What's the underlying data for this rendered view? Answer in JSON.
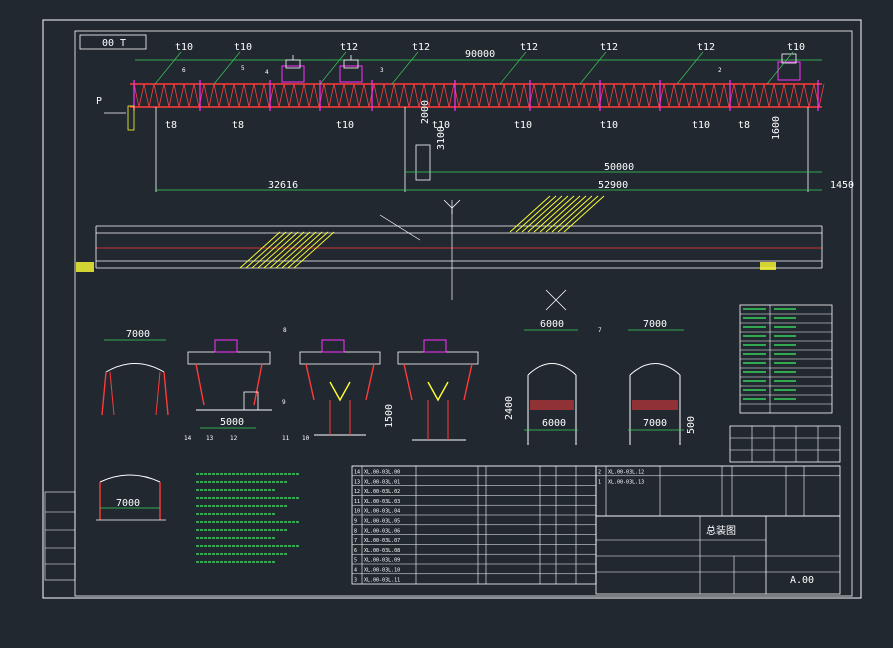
{
  "drawing": {
    "scale_tag": "00 T",
    "background": "#212830",
    "colors": {
      "frame": "#ffffff",
      "truss": "#ff3a3a",
      "dim": "#39d35a",
      "accent": "#ff2fff",
      "hatch": "#ffff33",
      "note": "#39d35a"
    }
  },
  "elevation": {
    "thickness_labels": [
      "t10",
      "t10",
      "t12",
      "t12",
      "t12",
      "t12",
      "t12",
      "t10"
    ],
    "bottom_labels": [
      "t8",
      "t8",
      "t10",
      "t10",
      "t10",
      "t10",
      "t10",
      "t8"
    ],
    "part_tags": [
      "6",
      "5",
      "4",
      "3",
      "2"
    ],
    "load_tag": "P",
    "dims": {
      "span_top": "90000",
      "span_mid": "50000",
      "left": "32616",
      "right": "52900",
      "end": "1450",
      "h1": "3100",
      "h2": "2000",
      "h3": "1600"
    }
  },
  "sections": {
    "titles": [
      "",
      "",
      "",
      "",
      "",
      ""
    ],
    "widths": [
      "7000",
      "5000",
      "7000",
      "6000",
      "7000",
      "6000",
      "7000"
    ],
    "heights": [
      "1500",
      "2400",
      "500"
    ],
    "tags": [
      "8",
      "9",
      "10",
      "11",
      "12",
      "13",
      "14",
      "7"
    ]
  },
  "spec_table": {
    "rows": 12
  },
  "parts_list": {
    "rows": [
      {
        "no": "14",
        "code": "XL.00-03L.00"
      },
      {
        "no": "13",
        "code": "XL.00-03L.01"
      },
      {
        "no": "12",
        "code": "XL.00-03L.02"
      },
      {
        "no": "11",
        "code": "XL.00-03L.03"
      },
      {
        "no": "10",
        "code": "XL.00-03L.04"
      },
      {
        "no": "9",
        "code": "XL.00-03L.05"
      },
      {
        "no": "8",
        "code": "XL.00-03L.06"
      },
      {
        "no": "7",
        "code": "XL.00-03L.07"
      },
      {
        "no": "6",
        "code": "XL.00-03L.08"
      },
      {
        "no": "5",
        "code": "XL.00-03L.09"
      },
      {
        "no": "4",
        "code": "XL.00-03L.10"
      },
      {
        "no": "3",
        "code": "XL.00-03L.11"
      }
    ],
    "right_rows": [
      {
        "no": "2",
        "code": "XL.00-03L.12"
      },
      {
        "no": "1",
        "code": "XL.00-03L.13"
      }
    ]
  },
  "title_block": {
    "drawing_no": "A.00",
    "title_cn": "总装图"
  }
}
